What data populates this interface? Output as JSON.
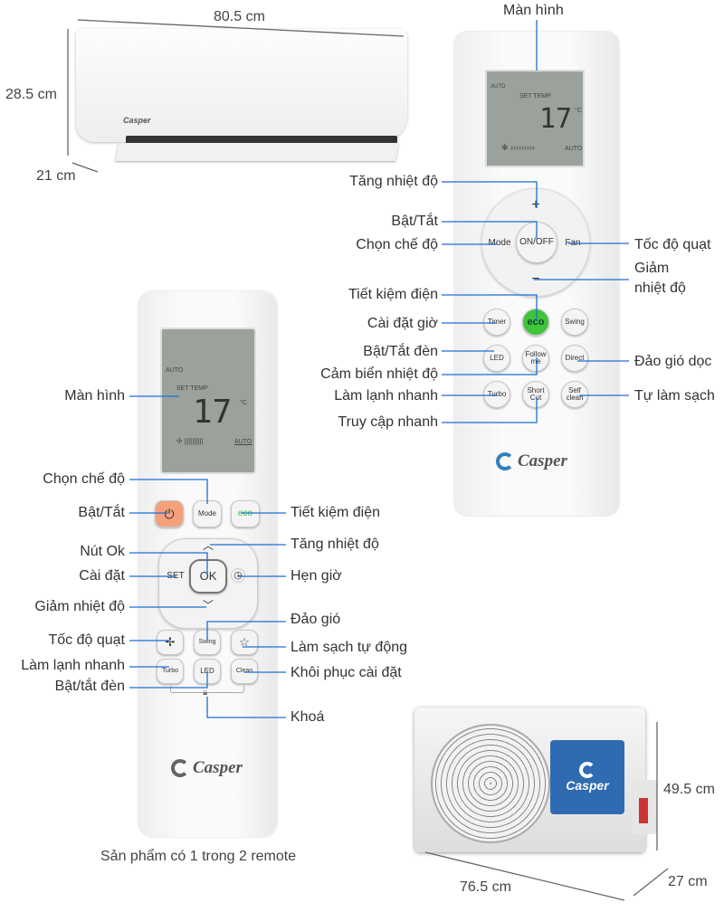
{
  "dimensions": {
    "indoor_width": "80.5 cm",
    "indoor_height": "28.5 cm",
    "indoor_depth": "21 cm",
    "outdoor_height": "49.5 cm",
    "outdoor_width": "76.5 cm",
    "outdoor_depth": "27 cm"
  },
  "brand": "Casper",
  "remote1": {
    "lcd": {
      "set_temp": "SET TEMP.",
      "temp": "17",
      "unit": "°C",
      "auto": "AUTO",
      "fan_auto": "AUTO"
    },
    "buttons": {
      "plus": "+",
      "onoff": "ON/OFF",
      "mode": "Mode",
      "fan": "Fan",
      "minus": "−",
      "timer": "Timer",
      "eco": "eco",
      "swing": "Swing",
      "led": "LED",
      "follow": "Follow me",
      "direct": "Direct",
      "turbo": "Turbo",
      "shortcut": "Short Cut",
      "selfclean": "Self clean"
    },
    "labels": {
      "screen": "Màn hình",
      "temp_up": "Tăng nhiệt độ",
      "power": "Bật/Tắt",
      "mode": "Chọn chế độ",
      "fan_speed": "Tốc độ quạt",
      "temp_down_1": "Giảm",
      "temp_down_2": "nhiệt độ",
      "eco": "Tiết kiệm điện",
      "timer": "Cài đặt giờ",
      "led": "Bật/Tắt đèn",
      "sensor": "Cảm biển nhiệt độ",
      "direct": "Đảo gió dọc",
      "turbo": "Làm lạnh nhanh",
      "selfclean": "Tự làm sạch",
      "shortcut": "Truy cập nhanh"
    }
  },
  "remote2": {
    "lcd": {
      "auto": "AUTO",
      "set_temp": "SET TEMP",
      "temp": "17",
      "unit": "°C",
      "fan_auto": "AUTO"
    },
    "buttons": {
      "mode": "Mode",
      "eco": "eco",
      "set": "SET",
      "ok": "OK",
      "swing": "Swing",
      "turbo": "Turbo",
      "led": "LED",
      "clean": "Clean"
    },
    "labels": {
      "screen": "Màn hình",
      "mode": "Chọn chế độ",
      "power": "Bật/Tắt",
      "eco": "Tiết kiệm điện",
      "ok": "Nút Ok",
      "temp_up": "Tăng nhiệt độ",
      "set": "Cài đặt",
      "timer": "Hẹn giờ",
      "temp_down": "Giảm nhiệt độ",
      "swing": "Đảo gió",
      "fan_speed": "Tốc độ quạt",
      "autoclean": "Làm sạch tự động",
      "turbo": "Làm lạnh nhanh",
      "reset": "Khôi phục cài đặt",
      "led": "Bật/tắt đèn",
      "lock": "Khoá"
    }
  },
  "caption": "Sản phẩm có 1 trong 2 remote",
  "colors": {
    "line": "#1a6fd6",
    "eco_green": "#3fc43a",
    "power_orange": "#f4a07a"
  }
}
